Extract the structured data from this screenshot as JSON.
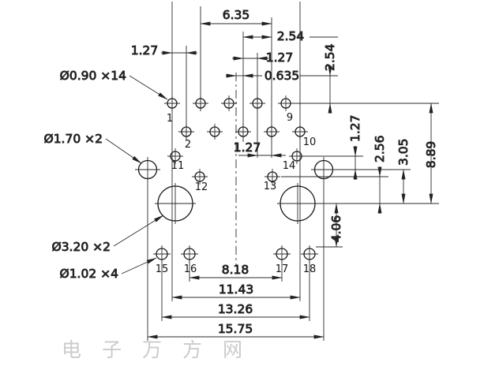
{
  "drawing": {
    "hole_callouts": [
      "Ø0.90 ×14",
      "Ø1.70 ×2",
      "Ø3.20 ×2",
      "Ø1.02 ×4"
    ],
    "dims_top": [
      "6.35",
      "2.54",
      "1.27",
      "1.27",
      "0.635"
    ],
    "dims_right": [
      "2.54",
      "1.27",
      "2.56",
      "3.05",
      "8.89",
      "4.06"
    ],
    "dim_middle": "1.27",
    "dims_bottom": [
      "8.18",
      "11.43",
      "13.26",
      "15.75"
    ],
    "pin_numbers": [
      "1",
      "2",
      "9",
      "10",
      "11",
      "12",
      "13",
      "14",
      "15",
      "16",
      "17",
      "18"
    ],
    "watermark_text": "电子万方网",
    "colors": {
      "line": "#222222",
      "background": "#ffffff",
      "watermark": "#bfbfbf"
    }
  }
}
